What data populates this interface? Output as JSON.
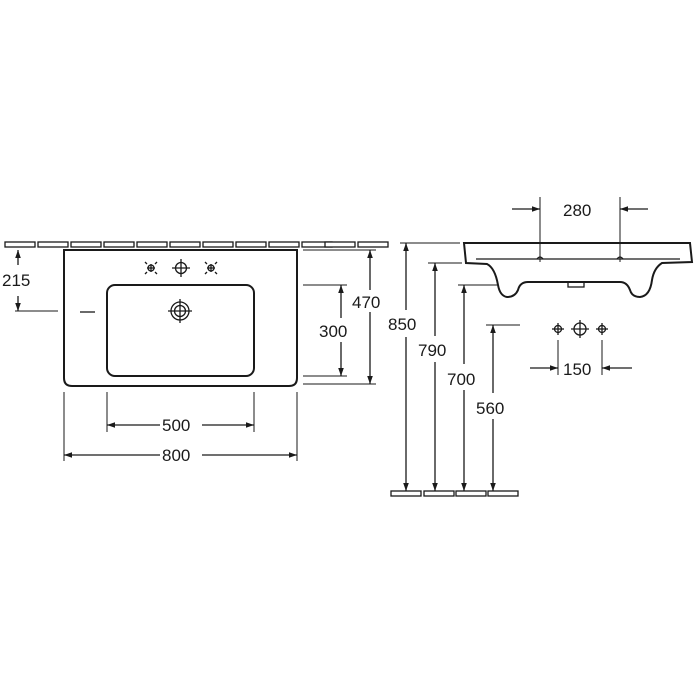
{
  "top_view": {
    "dim_815": "215",
    "dim_470": "470",
    "dim_300": "300",
    "dim_500": "500",
    "dim_800": "800"
  },
  "side_view": {
    "dim_280": "280",
    "dim_850": "850",
    "dim_790": "790",
    "dim_700": "700",
    "dim_560": "560"
  },
  "tap_holes": {
    "dim_150": "150"
  }
}
